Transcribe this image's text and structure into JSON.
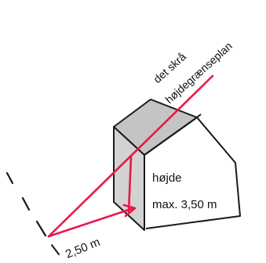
{
  "labels": {
    "plane_line1": "det skrå",
    "plane_line2": "højdegrænseplan",
    "height_line1": "højde",
    "height_line2": "max. 3,50 m",
    "distance": "2,50 m"
  },
  "colors": {
    "ink": "#1a1a1a",
    "plane_red": "#e8184a",
    "roof_fill": "#c4c4c4",
    "wall_fill": "#d2d2d2"
  }
}
